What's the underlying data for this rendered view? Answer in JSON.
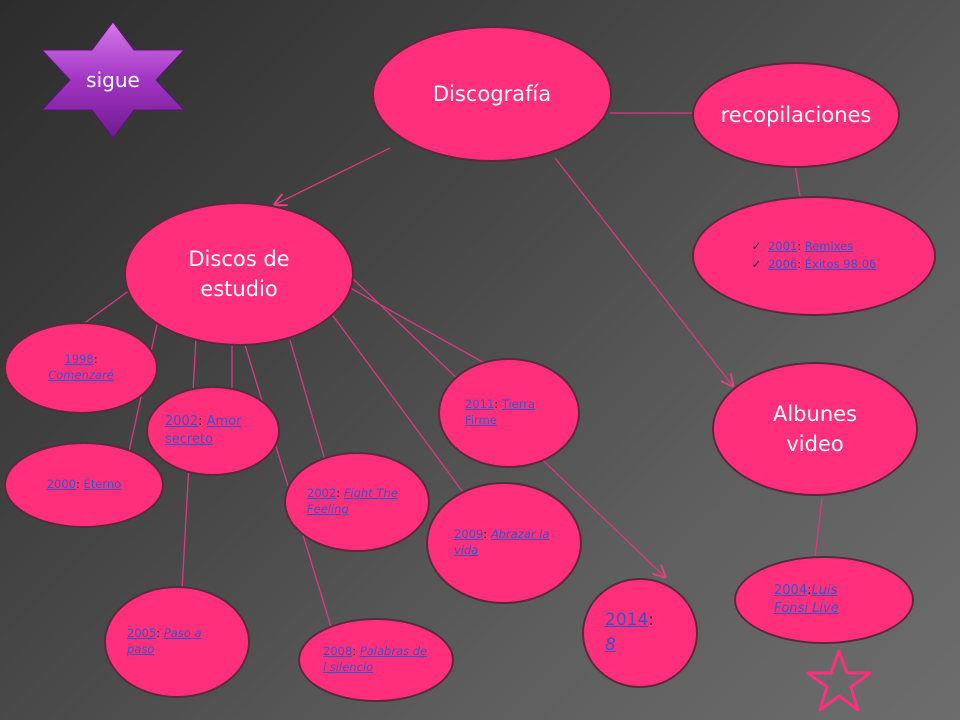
{
  "nav": {
    "next_label": "sigue"
  },
  "root": {
    "label": "Discografía"
  },
  "compilations": {
    "label": "recopilaciones",
    "items": [
      {
        "year": "2001",
        "title": "Remixes"
      },
      {
        "year": "2006",
        "title": "Éxitos 98:06"
      }
    ]
  },
  "studio": {
    "label": "Discos de estudio",
    "albums": [
      {
        "year": "1998",
        "title": "Comenzaré"
      },
      {
        "year": "2000",
        "title": "Eterno"
      },
      {
        "year": "2002",
        "title": "Amor secreto"
      },
      {
        "year": "2002",
        "title": "Fight The Feeling"
      },
      {
        "year": "2005",
        "title": "Paso a paso"
      },
      {
        "year": "2008",
        "title": "Palabras del silencio"
      },
      {
        "year": "2009",
        "title": "Abrazar la vida"
      },
      {
        "year": "2011",
        "title": "Tierra Firme"
      },
      {
        "year": "2014",
        "title": "8"
      }
    ]
  },
  "video": {
    "label": "Albunes video",
    "items": [
      {
        "year": "2004",
        "title": "Luis Fonsi Live"
      }
    ]
  },
  "colors": {
    "node_fill": "#ff2f7c",
    "link": "#3a52c8",
    "star_button": "#9b2fb8",
    "connector": "#d93a7e"
  }
}
